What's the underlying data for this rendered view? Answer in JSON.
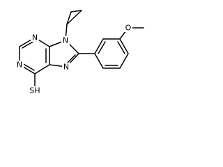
{
  "molecule": {
    "atom_labels": {
      "n1": "N",
      "n3": "N",
      "n7": "N",
      "n9": "N",
      "o_methoxy": "O",
      "sh": "SH"
    },
    "colors": {
      "bond": "#000000",
      "label": "#000000",
      "background": "#ffffff"
    }
  }
}
